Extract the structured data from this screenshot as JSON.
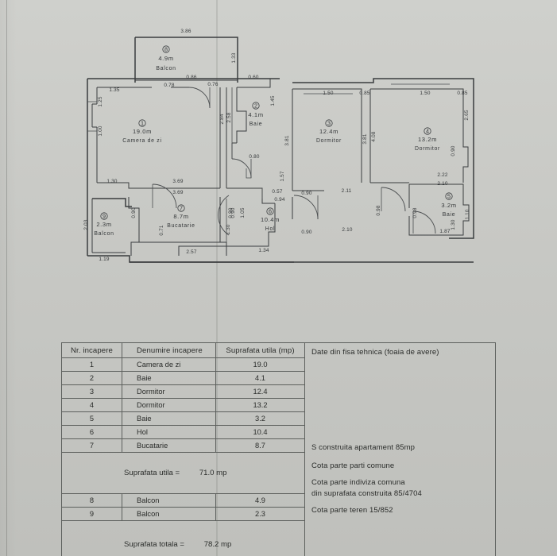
{
  "document": {
    "type": "apartment-floor-plan",
    "language": "ro"
  },
  "plan": {
    "rooms": [
      {
        "num": "1",
        "area": "19.0m",
        "label": "Camera de zi"
      },
      {
        "num": "2",
        "area": "4.1m",
        "label": "Baie"
      },
      {
        "num": "3",
        "area": "12.4m",
        "label": "Dormitor"
      },
      {
        "num": "4",
        "area": "13.2m",
        "label": "Dormitor"
      },
      {
        "num": "5",
        "area": "3.2m",
        "label": "Baie"
      },
      {
        "num": "6",
        "area": "10.4m",
        "label": "Hol"
      },
      {
        "num": "7",
        "area": "8.7m",
        "label": "Bucatarie"
      },
      {
        "num": "8",
        "area": "4.9m",
        "label": "Balcon"
      },
      {
        "num": "9",
        "area": "2.3m",
        "label": "Balcon"
      }
    ],
    "dimensions": {
      "balcony_top": "3.86",
      "balcony_right": "1.33",
      "d_0_86": "0.86",
      "d_0_78": "0.78",
      "d_0_76": "0.76",
      "d_0_60": "0.60",
      "d_1_35": "1.35",
      "d_1_25": "1.25",
      "d_1_00": "1.00",
      "d_1_30": "1.30",
      "d_2_03": "2.03",
      "d_1_19": "1.19",
      "d_3_69_a": "3.69",
      "d_3_69_b": "3.69",
      "d_2_84": "2.84",
      "d_2_58_a": "2.58",
      "d_2_58_b": "2.58",
      "d_1_45": "1.45",
      "d_0_80": "0.80",
      "d_0_90_left": "0.90",
      "d_1_57": "1.57",
      "d_0_57": "0.57",
      "d_0_94": "0.94",
      "d_0_90_hol_a": "0.90",
      "d_0_90_hol_b": "0.90",
      "d_2_11": "2.11",
      "d_2_10_hol": "2.10",
      "d_1_50_a": "1.50",
      "d_0_85_a": "0.85",
      "d_1_50_b": "1.50",
      "d_0_85_b": "0.85",
      "d_3_81_a": "3.81",
      "d_3_81_b": "3.81",
      "d_4_08": "4.08",
      "d_2_65": "2.65",
      "d_2_22": "2.22",
      "d_2_10_baie": "2.10",
      "d_1_10": "1.10",
      "d_1_87": "1.87",
      "d_0_98_a": "0.98",
      "d_0_98_b": "0.98",
      "d_0_90_k1": "0.90",
      "d_0_90_k2": "0.90",
      "d_0_90_k3": "0.90",
      "d_0_71": "0.71",
      "d_1_30_k": "1.30",
      "d_1_05": "1.05",
      "d_2_57": "2.57",
      "d_1_34": "1.34",
      "d_0_90_right": "0.90",
      "d_1_30_right": "1.30"
    }
  },
  "table": {
    "headers": {
      "nr": "Nr. incapere",
      "name": "Denumire incapere",
      "area": "Suprafata utila (mp)",
      "tech": "Date din fisa tehnica (foaia de avere)"
    },
    "rows": [
      {
        "nr": "1",
        "name": "Camera de zi",
        "area": "19.0"
      },
      {
        "nr": "2",
        "name": "Baie",
        "area": "4.1"
      },
      {
        "nr": "3",
        "name": "Dormitor",
        "area": "12.4"
      },
      {
        "nr": "4",
        "name": "Dormitor",
        "area": "13.2"
      },
      {
        "nr": "5",
        "name": "Baie",
        "area": "3.2"
      },
      {
        "nr": "6",
        "name": "Hol",
        "area": "10.4"
      },
      {
        "nr": "7",
        "name": "Bucatarie",
        "area": "8.7"
      }
    ],
    "subtotal": {
      "label": "Suprafata utila =",
      "value": "71.0 mp"
    },
    "balcony_rows": [
      {
        "nr": "8",
        "name": "Balcon",
        "area": "4.9"
      },
      {
        "nr": "9",
        "name": "Balcon",
        "area": "2.3"
      }
    ],
    "total": {
      "label": "Suprafata totala =",
      "value": "78.2 mp"
    },
    "tech": {
      "line1": "S construita apartament 85mp",
      "line2": "Cota parte parti comune",
      "line3a": "Cota parte indiviza comuna",
      "line3b": "din suprafata construita 85/4704",
      "line4": "Cota parte teren  15/852"
    }
  },
  "colors": {
    "paper": "#c8c9c5",
    "ink": "#3a3d3f",
    "rule": "#5d605d"
  }
}
